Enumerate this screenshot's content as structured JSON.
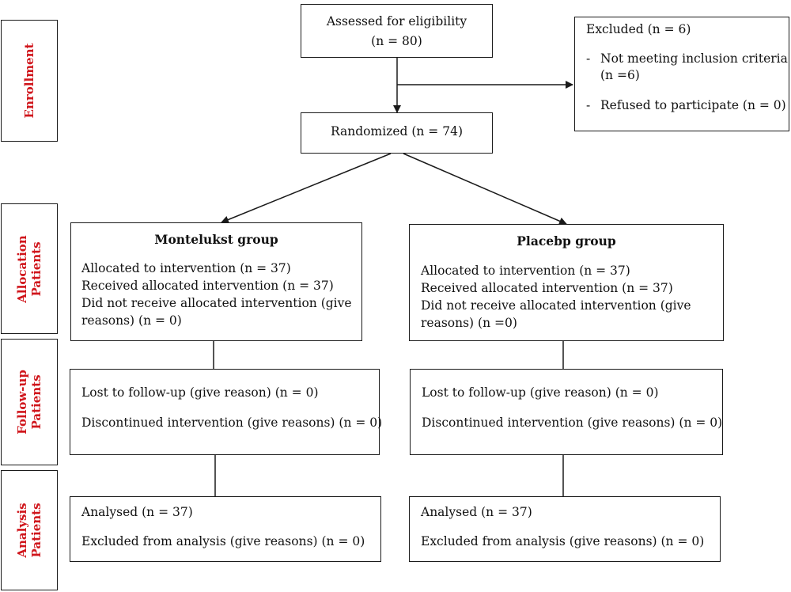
{
  "stages": {
    "enrollment": [
      "Enrollment"
    ],
    "allocation": [
      "Allocation",
      "Patients"
    ],
    "followup": [
      "Follow-up",
      "Patients"
    ],
    "analysis": [
      "Analysis",
      "Patients"
    ]
  },
  "assessed": {
    "line1": "Assessed for eligibility",
    "line2": "(n = 80)"
  },
  "excluded": {
    "title": "Excluded (n = 6)",
    "item1_line1": "Not meeting inclusion criteria",
    "item1_line2": "(n =6)",
    "item2": "Refused to participate (n = 0)",
    "bullet": "-"
  },
  "randomized": {
    "label": "Randomized (n = 74)"
  },
  "left": {
    "title": "Montelukst group",
    "alloc": [
      "Allocated to  intervention (n = 37)",
      "Received allocated intervention (n = 37)",
      "Did not receive allocated intervention (give",
      "reasons) (n = 0)"
    ],
    "follow": [
      "Lost to follow-up (give reason) (n = 0)",
      "Discontinued intervention (give reasons) (n = 0)"
    ],
    "analysis": [
      "Analysed (n = 37)",
      "Excluded from analysis (give reasons) (n = 0)"
    ]
  },
  "right": {
    "title": "Placebp group",
    "alloc": [
      "Allocated to intervention (n = 37)",
      "Received allocated intervention (n = 37)",
      "Did not receive allocated intervention (give",
      "reasons) (n =0)"
    ],
    "follow": [
      "Lost to follow-up (give reason) (n = 0)",
      "Discontinued intervention (give reasons) (n = 0)"
    ],
    "analysis": [
      "Analysed (n = 37)",
      "Excluded from analysis (give reasons) (n = 0)"
    ]
  },
  "colors": {
    "stage_label": "#d0161c",
    "border": "#1a1a1a"
  }
}
